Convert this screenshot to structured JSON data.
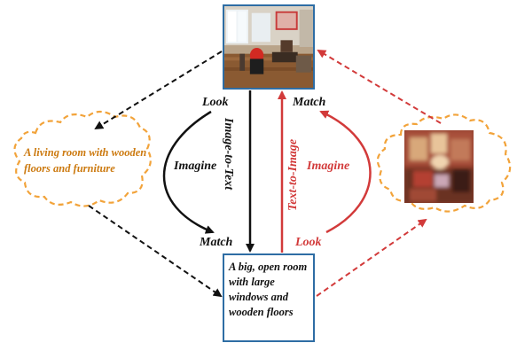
{
  "nodes": {
    "caption_box": "A big, open room with large windows and wooden floors",
    "cloud_caption": "A living room with wooden floors and furniture"
  },
  "labels": {
    "look_top": "Look",
    "match_top": "Match",
    "imagine_left": "Imagine",
    "imagine_right": "Imagine",
    "match_bottom": "Match",
    "look_bottom": "Look",
    "image_to_text": "Image-to-Text",
    "text_to_image": "Text-to-Image"
  },
  "colors": {
    "black_path": "#111111",
    "red_path": "#d23a3a",
    "cloud_outline": "#f2a33a",
    "cloud_text": "#cc7a10",
    "box_border": "#2e6da4"
  }
}
